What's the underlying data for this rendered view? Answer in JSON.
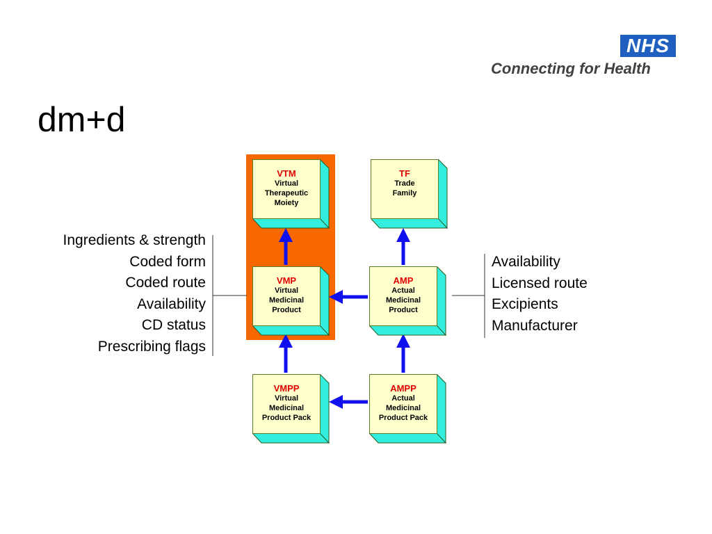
{
  "logo": {
    "badge": "NHS",
    "tagline": "Connecting for Health"
  },
  "title": "dm+d",
  "diagram": {
    "nodes": {
      "vtm": {
        "abbr": "VTM",
        "lines": [
          "Virtual",
          "Therapeutic",
          "Moiety"
        ]
      },
      "tf": {
        "abbr": "TF",
        "lines": [
          "Trade",
          "Family"
        ]
      },
      "vmp": {
        "abbr": "VMP",
        "lines": [
          "Virtual",
          "Medicinal",
          "Product"
        ]
      },
      "amp": {
        "abbr": "AMP",
        "lines": [
          "Actual",
          "Medicinal",
          "Product"
        ]
      },
      "vmpp": {
        "abbr": "VMPP",
        "lines": [
          "Virtual",
          "Medicinal",
          "Product Pack"
        ]
      },
      "ampp": {
        "abbr": "AMPP",
        "lines": [
          "Actual",
          "Medicinal",
          "Product Pack"
        ]
      }
    },
    "edges": [
      {
        "from": "vmp",
        "to": "vtm"
      },
      {
        "from": "amp",
        "to": "tf"
      },
      {
        "from": "amp",
        "to": "vmp"
      },
      {
        "from": "vmpp",
        "to": "vmp"
      },
      {
        "from": "ampp",
        "to": "amp"
      },
      {
        "from": "ampp",
        "to": "vmpp"
      }
    ],
    "vmp_attributes": [
      "Ingredients & strength",
      "Coded form",
      "Coded route",
      "Availability",
      "CD status",
      "Prescribing flags"
    ],
    "amp_attributes": [
      "Availability",
      "Licensed route",
      "Excipients",
      "Manufacturer"
    ]
  },
  "colors": {
    "highlight": "#f76800",
    "box_fill": "#ffffcc",
    "box_side": "#33eedd",
    "arrow": "#1010ee",
    "abbr": "#e00000",
    "nhs_blue": "#1f5fbf"
  }
}
